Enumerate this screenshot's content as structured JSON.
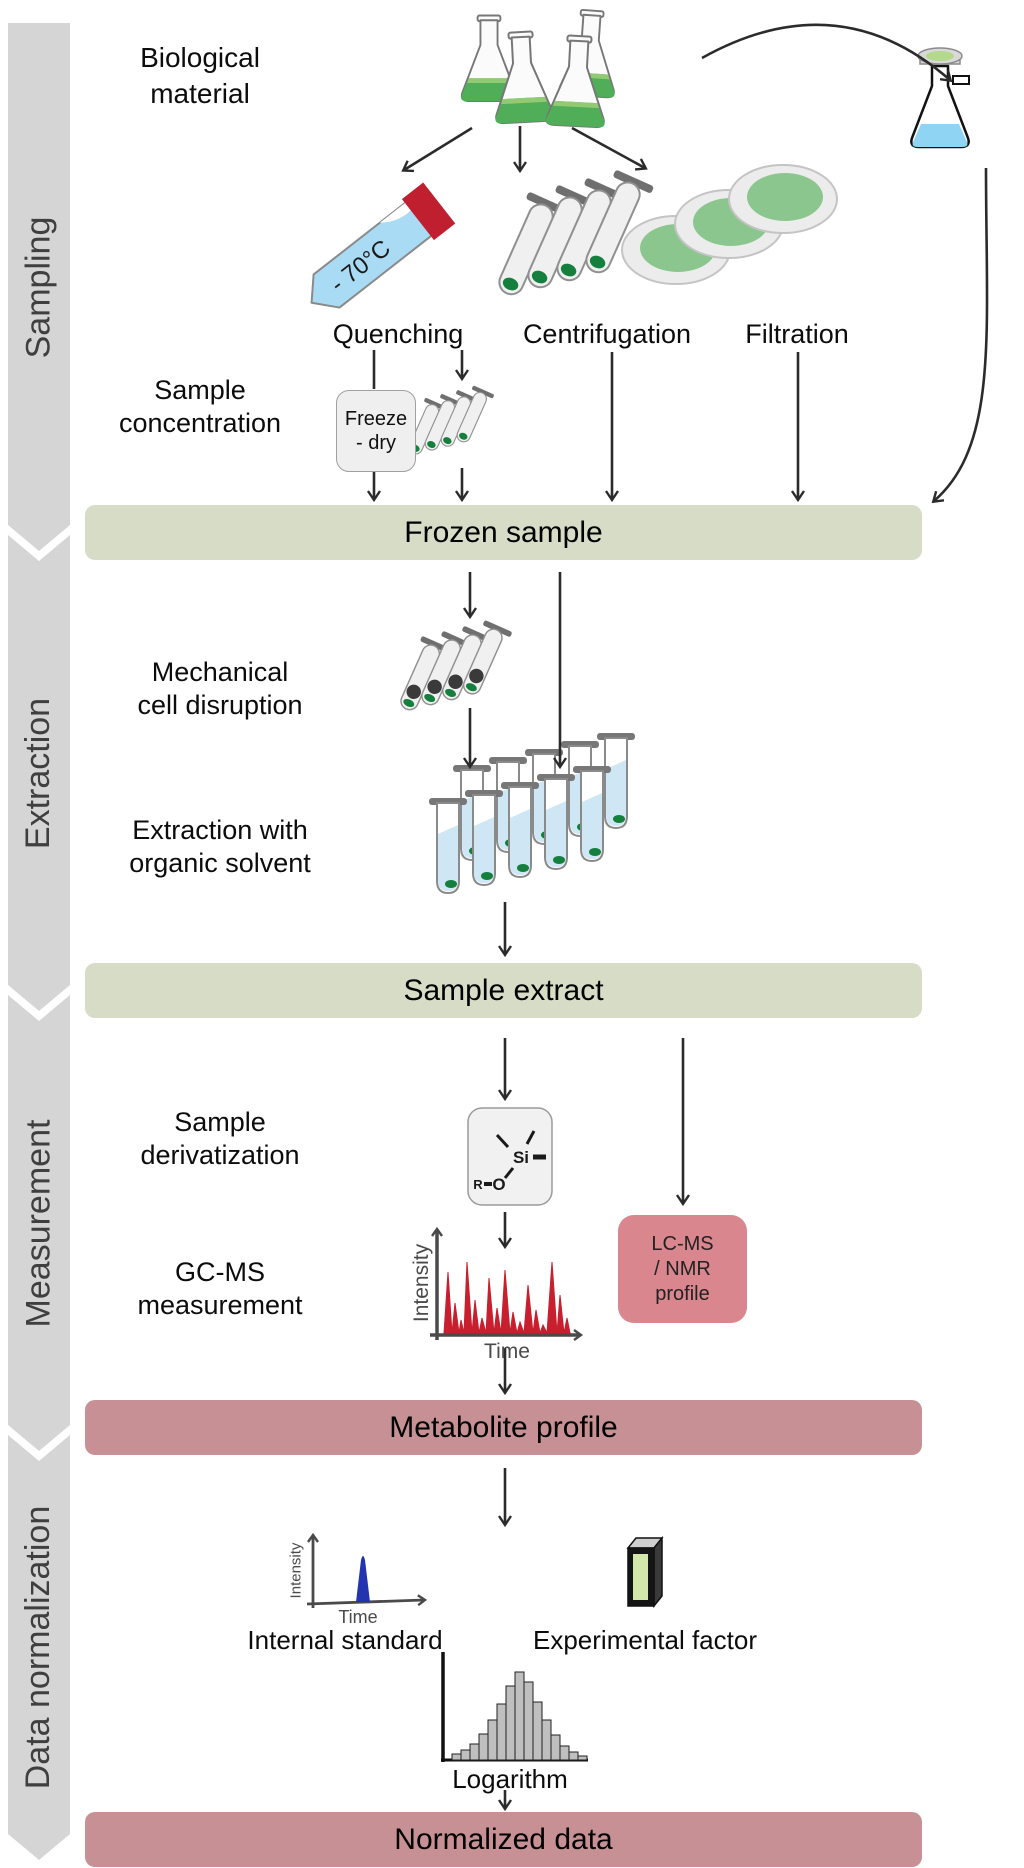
{
  "colors": {
    "sidebar_bg": "#d5d5d5",
    "banner_green": "#d6dcc6",
    "banner_pink": "#c79094",
    "lcms_box_pink": "#d9868e",
    "chromatogram_peak_red": "#c81e2e",
    "internal_standard_blue": "#2433b0",
    "flask_liquid_green": "#4fae57",
    "quenching_tube_blue": "#a9dcf4",
    "quenching_cap_red": "#bf1f2e",
    "pellet_green": "#15803d",
    "cuvette_window_green": "#d4e7ab",
    "arrow_dark": "#2b2b2b"
  },
  "sidebar": {
    "sections": [
      {
        "label": "Sampling"
      },
      {
        "label": "Extraction"
      },
      {
        "label": "Measurement"
      },
      {
        "label": "Data normalization"
      }
    ]
  },
  "sampling": {
    "source": {
      "line1": "Biological",
      "line2": "material"
    },
    "quenching_label": "Quenching",
    "quenching_temp": "- 70°C",
    "centrifugation_label": "Centrifugation",
    "filtration_label": "Filtration",
    "concentration": {
      "line1": "Sample",
      "line2": "concentration"
    },
    "freeze_dry": {
      "line1": "Freeze",
      "line2": "- dry"
    },
    "banner": "Frozen sample"
  },
  "extraction": {
    "disruption": {
      "line1": "Mechanical",
      "line2": "cell disruption"
    },
    "solvent": {
      "line1": "Extraction with",
      "line2": "organic solvent"
    },
    "banner": "Sample extract"
  },
  "measurement": {
    "derivatization": {
      "line1": "Sample",
      "line2": "derivatization"
    },
    "atoms": {
      "r": "R",
      "o": "O",
      "si": "Si"
    },
    "gcms": {
      "line1": "GC-MS",
      "line2": "measurement"
    },
    "chromatogram": {
      "ylabel": "Intensity",
      "xlabel": "Time"
    },
    "lcms_box": {
      "line1": "LC-MS",
      "line2": "/ NMR",
      "line3": "profile"
    },
    "banner": "Metabolite profile"
  },
  "normalization": {
    "internal_plot": {
      "ylabel": "Intensity",
      "xlabel": "Time"
    },
    "internal_standard_label": "Internal standard",
    "experimental_factor_label": "Experimental factor",
    "logarithm_label": "Logarithm",
    "banner": "Normalized data"
  }
}
